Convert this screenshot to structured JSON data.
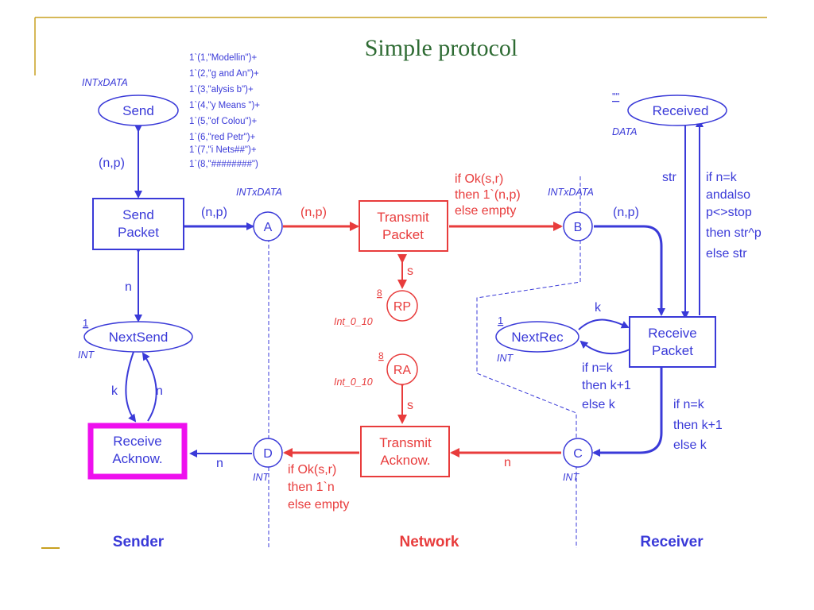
{
  "slide": {
    "title": "Simple protocol",
    "colors": {
      "frame": "#c8a020",
      "title": "#2e6b33",
      "blue": "#3a3ad8",
      "red": "#e83c3c",
      "highlight": "#ee10ee"
    }
  },
  "diagram": {
    "places": {
      "send": {
        "name": "Send",
        "type": "INTxDATA"
      },
      "next_send": {
        "name": "NextSend",
        "type": "INT",
        "initial": "1"
      },
      "a": {
        "name": "A",
        "type": "INTxDATA"
      },
      "b": {
        "name": "B",
        "type": "INTxDATA"
      },
      "c": {
        "name": "C",
        "type": "INT"
      },
      "d": {
        "name": "D",
        "type": "INT"
      },
      "rp": {
        "name": "RP",
        "type": "Int_0_10",
        "initial": "8"
      },
      "ra": {
        "name": "RA",
        "type": "Int_0_10",
        "initial": "8"
      },
      "received": {
        "name": "Received",
        "type": "DATA",
        "initial": "\"\""
      },
      "next_rec": {
        "name": "NextRec",
        "type": "INT",
        "initial": "1"
      }
    },
    "transitions": {
      "send_packet": {
        "line1": "Send",
        "line2": "Packet"
      },
      "receive_ack": {
        "line1": "Receive",
        "line2": "Acknow."
      },
      "transmit_packet": {
        "line1": "Transmit",
        "line2": "Packet"
      },
      "transmit_ack": {
        "line1": "Transmit",
        "line2": "Acknow."
      },
      "receive_packet": {
        "line1": "Receive",
        "line2": "Packet"
      }
    },
    "send_marking": [
      "1`(1,\"Modellin\")+",
      "1`(2,\"g and An\")+",
      "1`(3,\"alysis b\")+",
      "1`(4,\"y Means \")+",
      "1`(5,\"of Colou\")+",
      "1`(6,\"red Petr\")+",
      "1`(7,\"i Nets##\")+",
      "1`(8,\"########\")"
    ],
    "arc_labels": {
      "send_np": "(n,p)",
      "sendpacket_a": "(n,p)",
      "a_transmit": "(n,p)",
      "n_nextsend": "n",
      "k_recv": "k",
      "n_recv": "n",
      "rp_s": "s",
      "ra_s": "s",
      "b_np": "(n,p)",
      "str": "str",
      "k_nextrec": "k",
      "c_n": "n",
      "d_n": "n"
    },
    "transmit_packet_guard": [
      "if Ok(s,r)",
      "then 1`(n,p)",
      "else empty"
    ],
    "received_expr": [
      "if n=k",
      "andalso",
      "p<>stop",
      "then str^p",
      "else str"
    ],
    "nextrec_expr": [
      "if n=k",
      "then k+1",
      "else k"
    ],
    "c_expr": [
      "if n=k",
      "then k+1",
      "else k"
    ],
    "transmit_ack_guard": [
      "if Ok(s,r)",
      "then 1`n",
      "else empty"
    ],
    "sections": {
      "sender": "Sender",
      "network": "Network",
      "receiver": "Receiver"
    }
  }
}
